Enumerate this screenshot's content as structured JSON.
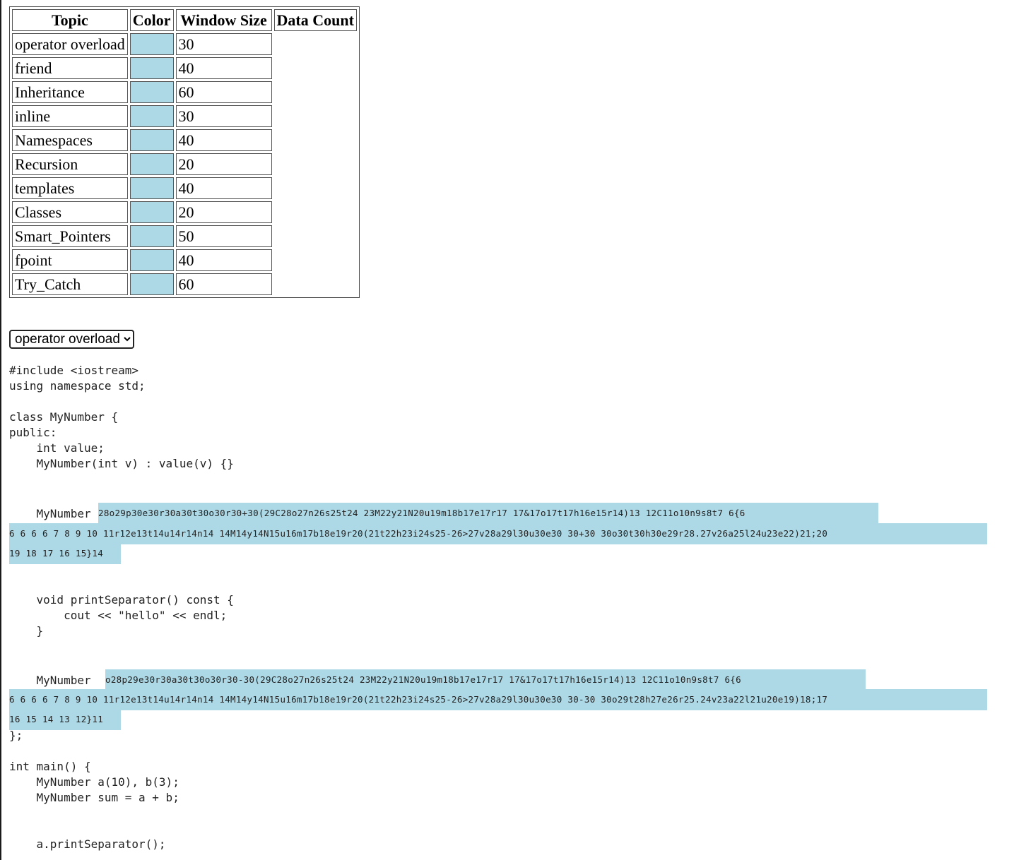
{
  "table": {
    "headers": [
      "Topic",
      "Color",
      "Window Size",
      "Data Count"
    ],
    "rows": [
      {
        "topic": "operator overload",
        "window": "30"
      },
      {
        "topic": "friend",
        "window": "40"
      },
      {
        "topic": "Inheritance",
        "window": "60"
      },
      {
        "topic": "inline",
        "window": "30"
      },
      {
        "topic": "Namespaces",
        "window": "40"
      },
      {
        "topic": "Recursion",
        "window": "20"
      },
      {
        "topic": "templates",
        "window": "40"
      },
      {
        "topic": "Classes",
        "window": "20"
      },
      {
        "topic": "Smart_Pointers",
        "window": "50"
      },
      {
        "topic": "fpoint",
        "window": "40"
      },
      {
        "topic": "Try_Catch",
        "window": "60"
      }
    ],
    "swatch_color": "#add8e6"
  },
  "selector": {
    "selected": "operator overload"
  },
  "code": {
    "part1": "#include <iostream>\nusing namespace std;\n\nclass MyNumber {\npublic:\n    int value;\n    MyNumber(int v) : value(v) {}",
    "hl1_prefix": "    MyNumber ",
    "hl1_line1": "28o29p30e30r30a30t30o30r30+30(29C28o27n26s25t24 23M22y21N20u19m18b17e17r17 17&17o17t17h16e15r14)13 12C11o10n9s8t7 6{6",
    "hl1_line2": "6 6 6 6 7 8 9 10 11r12e13t14u14r14n14 14M14y14N15u16m17b18e19r20(21t22h23i24s25-26>27v28a29l30u30e30 30+30 30o30t30h30e29r28.27v26a25l24u23e22)21;20",
    "hl1_line3": "19 18 17 16 15}14",
    "part2": "    void printSeparator() const {\n        cout << \"hello\" << endl;\n    }",
    "hl2_prefix": "    MyNumber ",
    "hl2_line1": "o28p29e30r30a30t30o30r30-30(29C28o27n26s25t24 23M22y21N20u19m18b17e17r17 17&17o17t17h16e15r14)13 12C11o10n9s8t7 6{6",
    "hl2_line2": "6 6 6 6 7 8 9 10 11r12e13t14u14r14n14 14M14y14N15u16m17b18e19r20(21t22h23i24s25-26>27v28a29l30u30e30 30-30 30o29t28h27e26r25.24v23a22l21u20e19)18;17",
    "hl2_line3": "16 15 14 13 12}11",
    "part3": "};\n\nint main() {\n    MyNumber a(10), b(3);\n    MyNumber sum = a + b;\n\n\n    a.printSeparator();"
  }
}
